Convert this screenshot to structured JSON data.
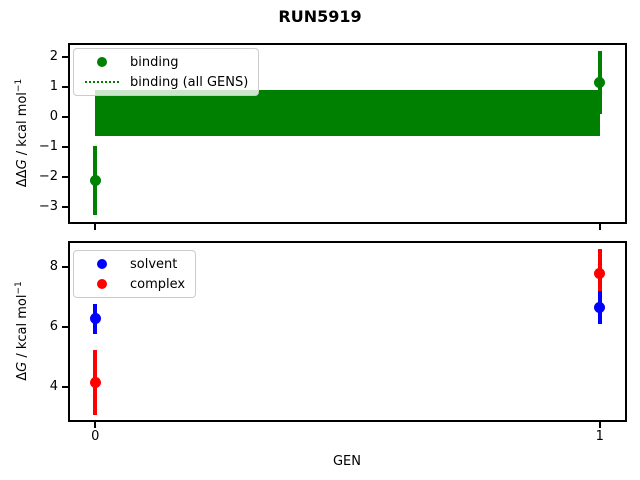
{
  "title": "RUN5919",
  "chart_data": [
    {
      "type": "errorbar",
      "title": "",
      "xlabel": "",
      "ylabel": {
        "text": "ΔΔG / kcal mol⁻¹",
        "pre": "ΔΔ",
        "var": "G",
        "post": " / kcal mol",
        "sup": "−1"
      },
      "xlim": [
        -0.05,
        1.05
      ],
      "ylim": [
        -3.5,
        2.4
      ],
      "grid": false,
      "legend_position": "upper left",
      "yticks": [
        {
          "v": 2,
          "label": "2"
        },
        {
          "v": 1,
          "label": "1"
        },
        {
          "v": 0,
          "label": "0"
        },
        {
          "v": -1,
          "label": "−1"
        },
        {
          "v": -2,
          "label": "−2"
        },
        {
          "v": -3,
          "label": "−3"
        }
      ],
      "xticks": [
        {
          "v": 0
        },
        {
          "v": 1
        }
      ],
      "band": {
        "label": "binding (all GENS)",
        "x0": 0,
        "x1": 1,
        "lo": -0.63,
        "hi": 0.9,
        "color": "#008000"
      },
      "series": [
        {
          "name": "binding",
          "color": "#008000",
          "marker": "circle",
          "points": [
            {
              "x": 0,
              "y": -2.1,
              "yerr": 1.15
            },
            {
              "x": 1,
              "y": 1.15,
              "yerr": 1.05
            }
          ]
        }
      ],
      "legend": [
        {
          "label": "binding",
          "swatch": "dot",
          "color": "#008000"
        },
        {
          "label": "binding (all GENS)",
          "swatch": "dotted-line",
          "color": "#008000"
        }
      ]
    },
    {
      "type": "errorbar",
      "title": "",
      "xlabel": "GEN",
      "ylabel": {
        "text": "ΔG / kcal mol⁻¹",
        "pre": "Δ",
        "var": "G",
        "post": " / kcal mol",
        "sup": "−1"
      },
      "xlim": [
        -0.05,
        1.05
      ],
      "ylim": [
        2.9,
        8.8
      ],
      "grid": false,
      "legend_position": "upper left",
      "yticks": [
        {
          "v": 8,
          "label": "8"
        },
        {
          "v": 6,
          "label": "6"
        },
        {
          "v": 4,
          "label": "4"
        }
      ],
      "xticks": [
        {
          "v": 0,
          "label": "0"
        },
        {
          "v": 1,
          "label": "1"
        }
      ],
      "series": [
        {
          "name": "complex",
          "color": "#ff0000",
          "marker": "circle",
          "points": [
            {
              "x": 0,
              "y": 4.15,
              "yerr": 1.07
            },
            {
              "x": 1,
              "y": 7.77,
              "yerr": 0.83
            }
          ]
        },
        {
          "name": "solvent",
          "color": "#0000ff",
          "marker": "circle",
          "points": [
            {
              "x": 0,
              "y": 6.27,
              "yerr": 0.5
            },
            {
              "x": 1,
              "y": 6.65,
              "yerr": 0.55
            }
          ]
        }
      ],
      "legend": [
        {
          "label": "solvent",
          "swatch": "dot",
          "color": "#0000ff"
        },
        {
          "label": "complex",
          "swatch": "dot",
          "color": "#ff0000"
        }
      ]
    }
  ]
}
